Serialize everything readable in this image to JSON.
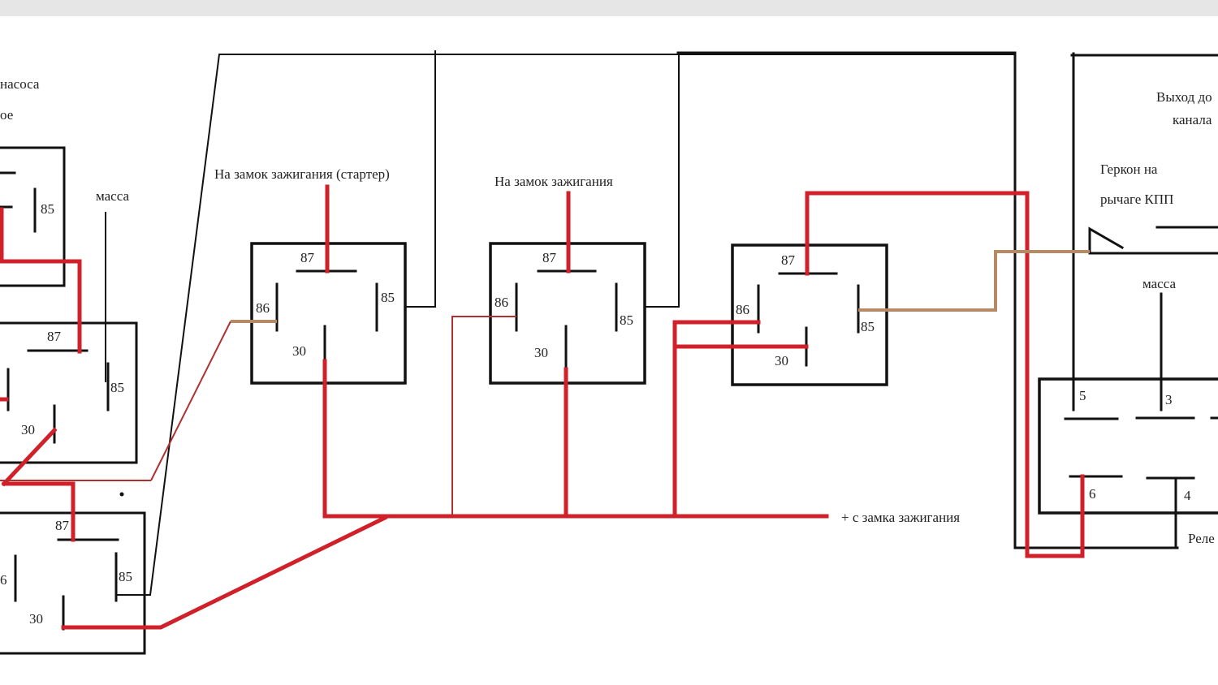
{
  "labels": {
    "pump": "насоса",
    "oe": "ое",
    "massa_left": "масса",
    "starter": "На замок зажигания (стартер)",
    "ignition": "На замок зажигания",
    "plus_ignition": "+ с замка зажигания",
    "output_line1": "Выход до",
    "output_line2": "канала",
    "reed_line1": "Геркон на",
    "reed_line2": "рычаге КПП",
    "massa_right": "масса",
    "relay": "Реле"
  },
  "pins": {
    "p87": "87",
    "p86": "86",
    "p85": "85",
    "p30": "30",
    "p86_partial": "6",
    "p5": "5",
    "p3": "3",
    "p6": "6",
    "p4": "4"
  },
  "colors": {
    "wire_black": "#111111",
    "wire_red": "#d0202a",
    "wire_tan": "#b58a64",
    "wire_thin_red": "#b03030"
  }
}
